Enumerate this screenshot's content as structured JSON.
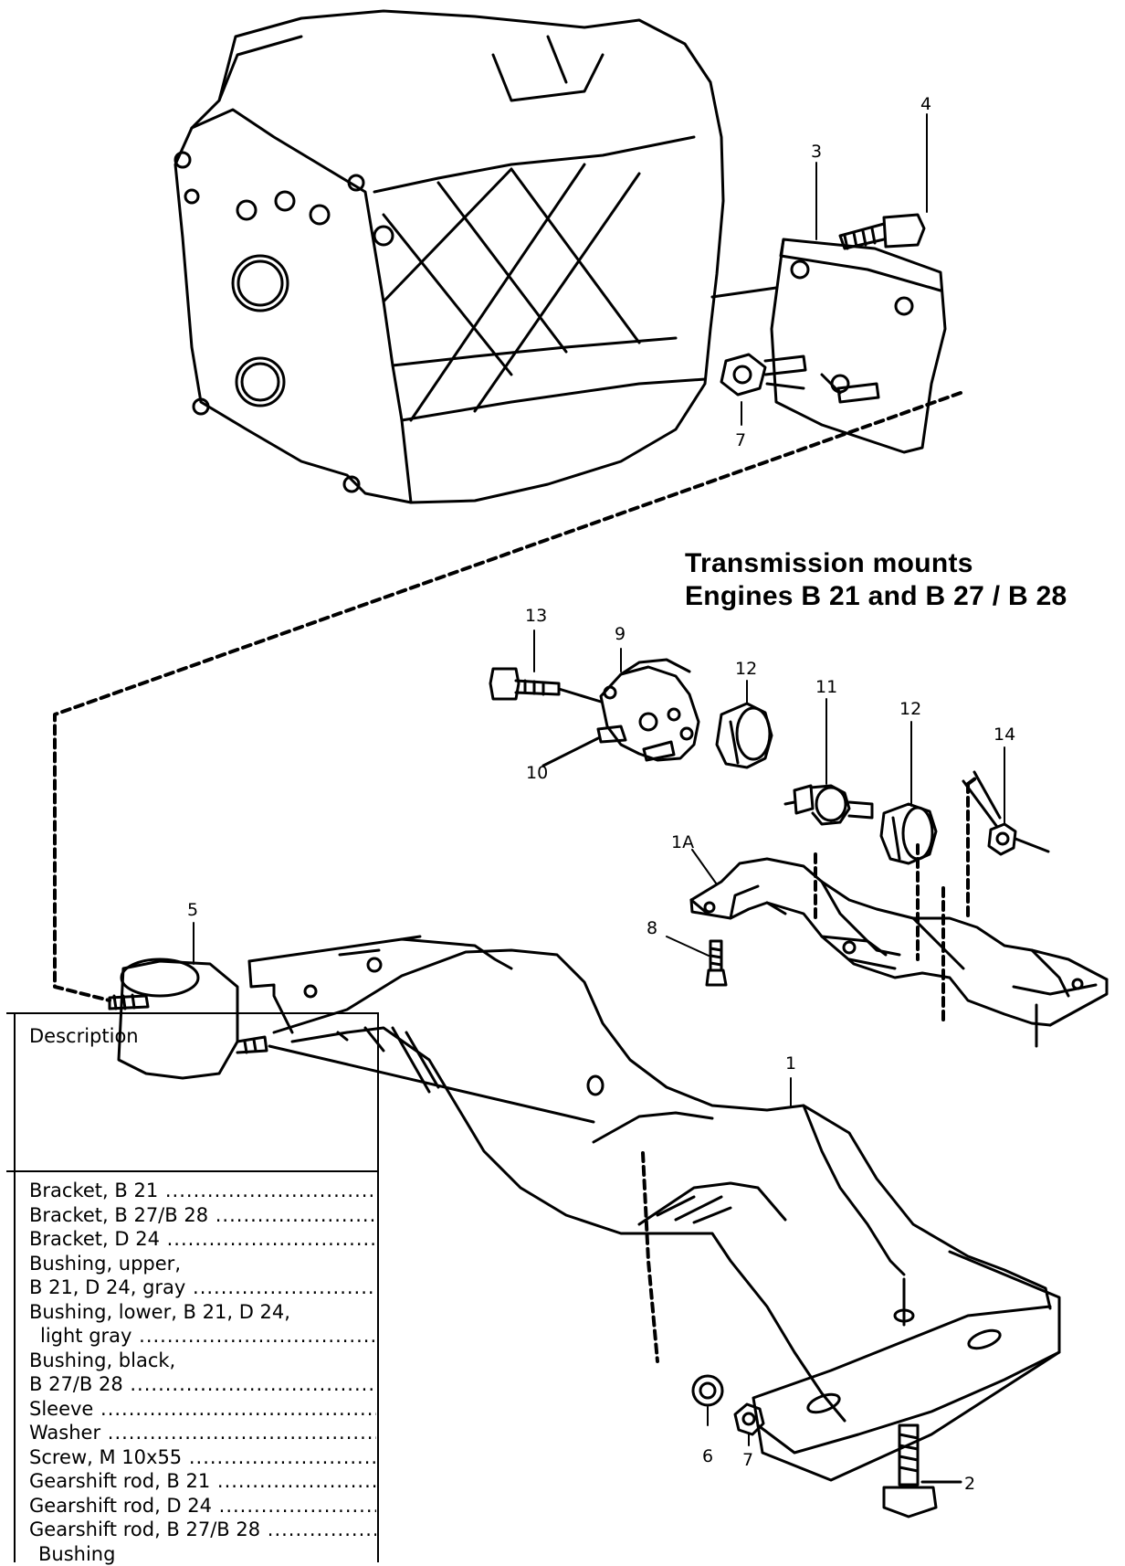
{
  "title": {
    "line1": "Transmission mounts",
    "line2": "Engines B 21 and B 27 / B 28"
  },
  "callouts": {
    "n1": "1",
    "n1A": "1A",
    "n2": "2",
    "n3": "3",
    "n4": "4",
    "n5": "5",
    "n6": "6",
    "n7a": "7",
    "n7b": "7",
    "n8": "8",
    "n9": "9",
    "n10": "10",
    "n11": "11",
    "n12a": "12",
    "n12b": "12",
    "n13": "13",
    "n14": "14"
  },
  "legend": {
    "header": "Description",
    "items": [
      "Bracket, B 21",
      "Bracket, B 27/B 28",
      "Bracket, D 24",
      "Bushing, upper,",
      "B 21, D 24, gray",
      "Bushing, lower, B 21, D 24,",
      "light gray",
      "Bushing, black,",
      "B 27/B 28",
      "Sleeve",
      "Washer",
      "Screw, M 10x55",
      "Gearshift rod, B 21",
      "Gearshift rod, D 24",
      "Gearshift rod, B 27/B 28",
      "Bushing"
    ]
  }
}
